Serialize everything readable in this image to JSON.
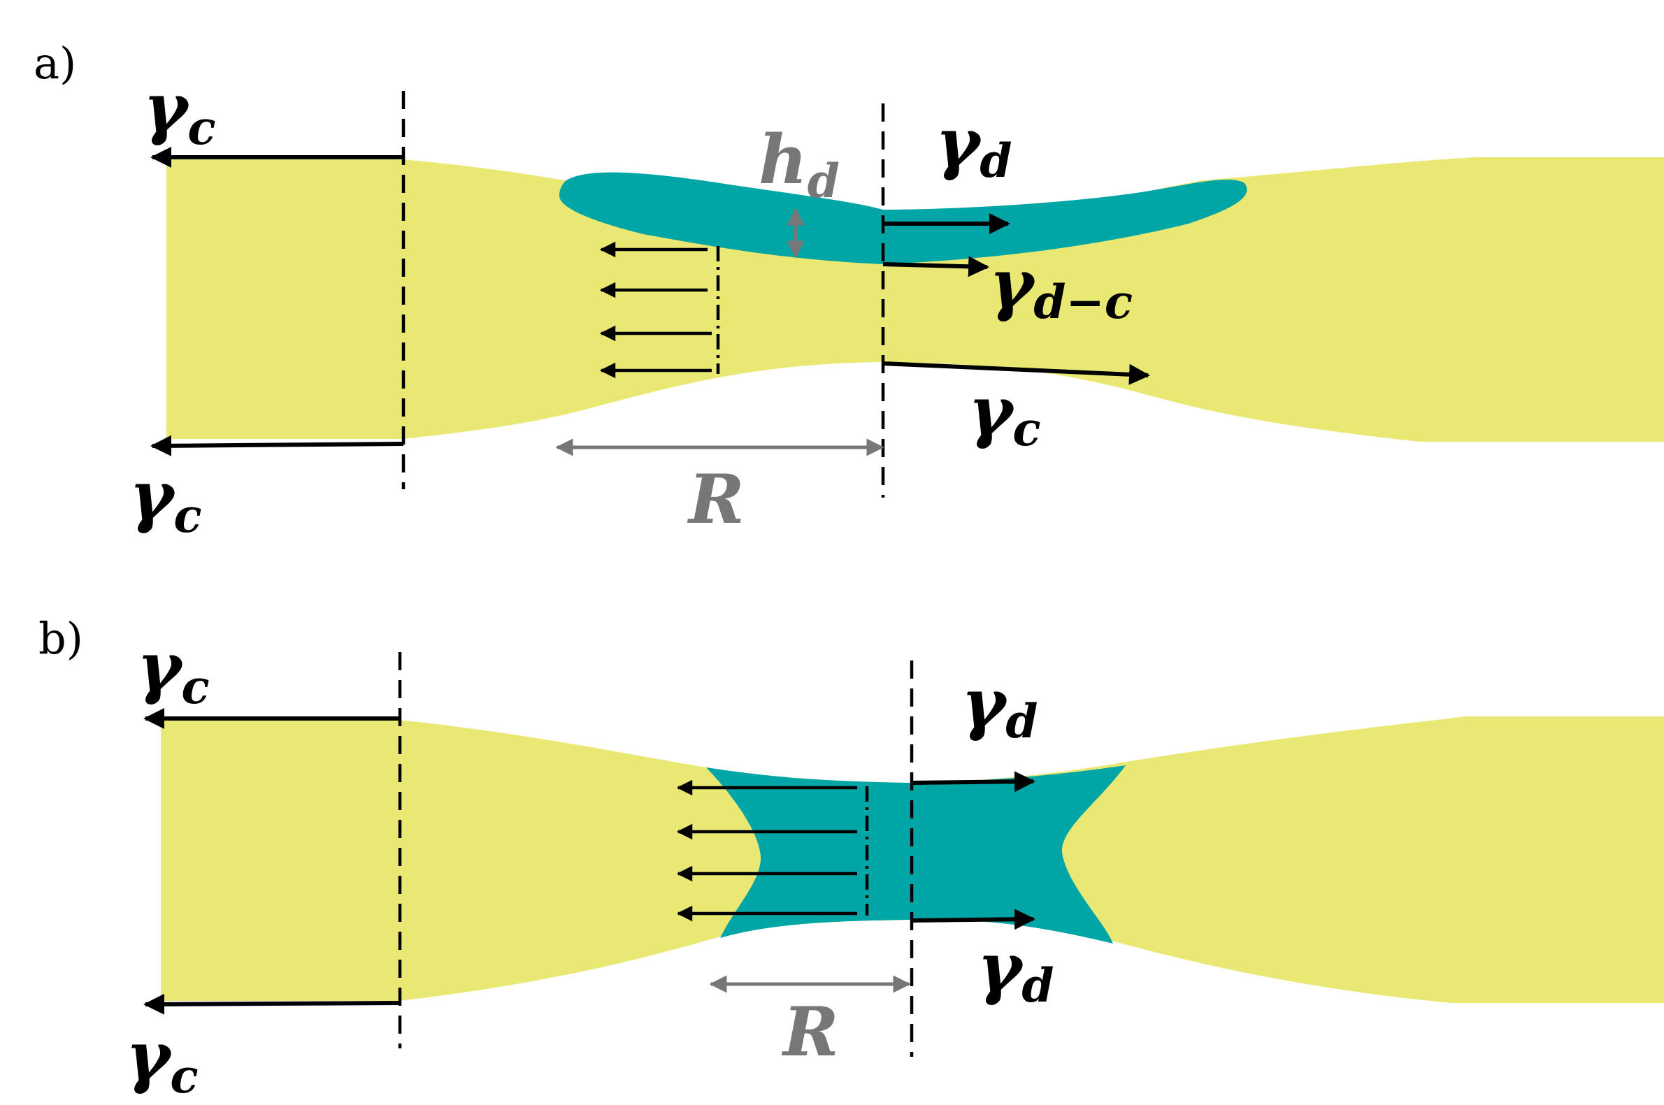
{
  "panels": {
    "a": {
      "label": "a)",
      "gamma_c_top": {
        "main": "γ",
        "sub": "c"
      },
      "gamma_c_bottom_left": {
        "main": "γ",
        "sub": "c"
      },
      "gamma_d": {
        "main": "γ",
        "sub": "d"
      },
      "gamma_dc": {
        "main": "γ",
        "sub": "d−c"
      },
      "gamma_c_right": {
        "main": "γ",
        "sub": "c"
      },
      "h_d": {
        "main": "h",
        "sub": "d"
      },
      "R": "R"
    },
    "b": {
      "label": "b)",
      "gamma_c_top": {
        "main": "γ",
        "sub": "c"
      },
      "gamma_c_bottom_left": {
        "main": "γ",
        "sub": "c"
      },
      "gamma_d_top": {
        "main": "γ",
        "sub": "d"
      },
      "gamma_d_bottom": {
        "main": "γ",
        "sub": "d"
      },
      "R": "R"
    }
  },
  "colors": {
    "film": "#E8E873",
    "droplet": "#00A6A6",
    "force_arrow": "#000000",
    "dimension_arrow": "#777777"
  }
}
